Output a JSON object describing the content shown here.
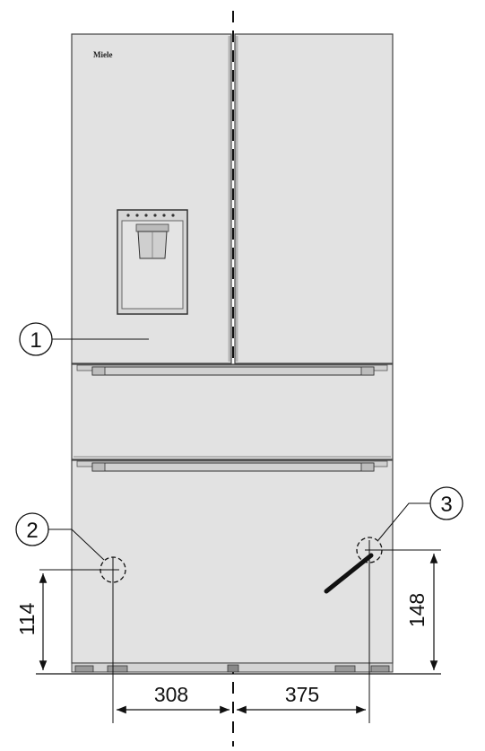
{
  "brand": "Miele",
  "callouts": [
    {
      "id": "1",
      "label": "1"
    },
    {
      "id": "2",
      "label": "2"
    },
    {
      "id": "3",
      "label": "3"
    }
  ],
  "dimensions": {
    "left_height": "114",
    "right_height": "148",
    "left_width": "308",
    "right_width": "375"
  },
  "colors": {
    "body": "#e2e2e2",
    "door_dark": "#cfcfcf",
    "line": "#111111"
  }
}
